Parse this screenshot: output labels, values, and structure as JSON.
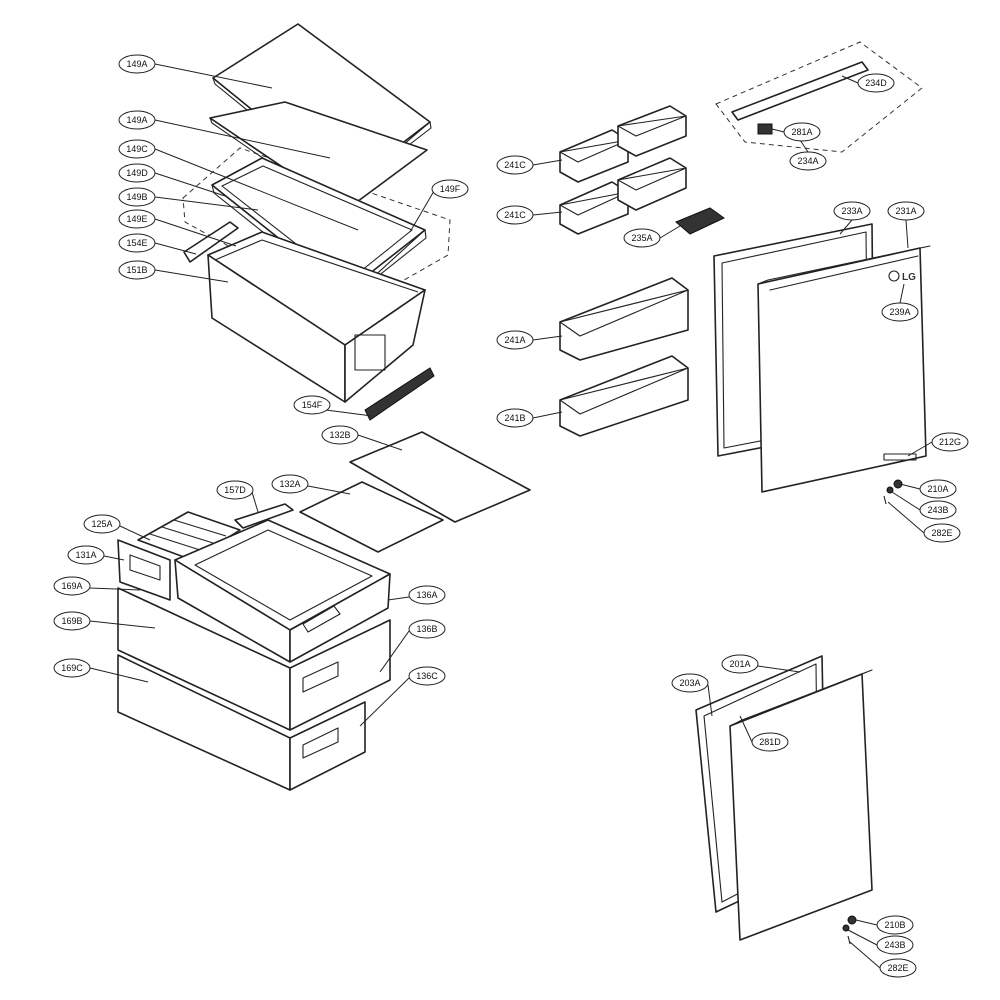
{
  "callouts": [
    {
      "id": "c149a1",
      "text": "149A"
    },
    {
      "id": "c149a2",
      "text": "149A"
    },
    {
      "id": "c149c",
      "text": "149C"
    },
    {
      "id": "c149d",
      "text": "149D"
    },
    {
      "id": "c149b",
      "text": "149B"
    },
    {
      "id": "c149e",
      "text": "149E"
    },
    {
      "id": "c154e",
      "text": "154E"
    },
    {
      "id": "c151b",
      "text": "151B"
    },
    {
      "id": "c149f",
      "text": "149F"
    },
    {
      "id": "c154f",
      "text": "154F"
    },
    {
      "id": "c132b",
      "text": "132B"
    },
    {
      "id": "c132a",
      "text": "132A"
    },
    {
      "id": "c157d",
      "text": "157D"
    },
    {
      "id": "c125a",
      "text": "125A"
    },
    {
      "id": "c131a",
      "text": "131A"
    },
    {
      "id": "c169a",
      "text": "169A"
    },
    {
      "id": "c169b",
      "text": "169B"
    },
    {
      "id": "c169c",
      "text": "169C"
    },
    {
      "id": "c136a",
      "text": "136A"
    },
    {
      "id": "c136b",
      "text": "136B"
    },
    {
      "id": "c136c",
      "text": "136C"
    },
    {
      "id": "c241c1",
      "text": "241C"
    },
    {
      "id": "c241c2",
      "text": "241C"
    },
    {
      "id": "c235a",
      "text": "235A"
    },
    {
      "id": "c241a",
      "text": "241A"
    },
    {
      "id": "c241b",
      "text": "241B"
    },
    {
      "id": "c234d",
      "text": "234D"
    },
    {
      "id": "c281a",
      "text": "281A"
    },
    {
      "id": "c234a",
      "text": "234A"
    },
    {
      "id": "c233a",
      "text": "233A"
    },
    {
      "id": "c231a",
      "text": "231A"
    },
    {
      "id": "c239a",
      "text": "239A"
    },
    {
      "id": "c212g",
      "text": "212G"
    },
    {
      "id": "c210a",
      "text": "210A"
    },
    {
      "id": "c243b1",
      "text": "243B"
    },
    {
      "id": "c282e1",
      "text": "282E"
    },
    {
      "id": "c201a",
      "text": "201A"
    },
    {
      "id": "c203a",
      "text": "203A"
    },
    {
      "id": "c281d",
      "text": "281D"
    },
    {
      "id": "c210b",
      "text": "210B"
    },
    {
      "id": "c243b2",
      "text": "243B"
    },
    {
      "id": "c282e2",
      "text": "282E"
    }
  ],
  "door_logo": "LG",
  "colors": {
    "line": "#222222",
    "background": "#ffffff"
  }
}
